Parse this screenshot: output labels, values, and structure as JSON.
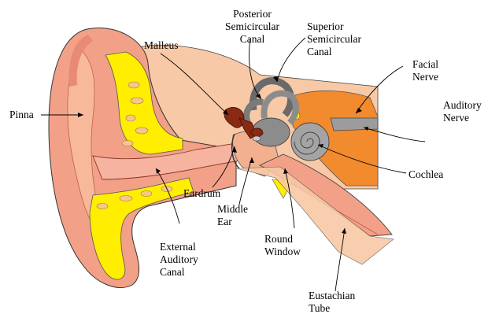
{
  "labels": {
    "pinna": [
      "Pinna"
    ],
    "malleus": [
      "Malleus"
    ],
    "posterior": [
      "Posterior",
      "Semicircular",
      "Canal"
    ],
    "superior": [
      "Superior",
      "Semicircular",
      "Canal"
    ],
    "facial": [
      "Facial",
      "Nerve"
    ],
    "auditory_nerve": [
      "Auditory",
      "Nerve"
    ],
    "cochlea": [
      "Cochlea"
    ],
    "eardrum": [
      "Eardrum"
    ],
    "middle_ear": [
      "Middle",
      "Ear"
    ],
    "round_window": [
      "Round",
      "Window"
    ],
    "external_canal": [
      "External",
      "Auditory",
      "Canal"
    ],
    "eustachian": [
      "Eustachian",
      "Tube"
    ]
  },
  "colors": {
    "skin_dark": "#f3a088",
    "skin_light": "#f8c9a6",
    "skin_mid": "#f2b08f",
    "cartilage": "#ffee00",
    "bone_orange": "#f28a2e",
    "nerve_gray": "#9c9c9c",
    "ossicle_brown": "#8a2a12",
    "canal_pink": "#f6b4a0"
  }
}
